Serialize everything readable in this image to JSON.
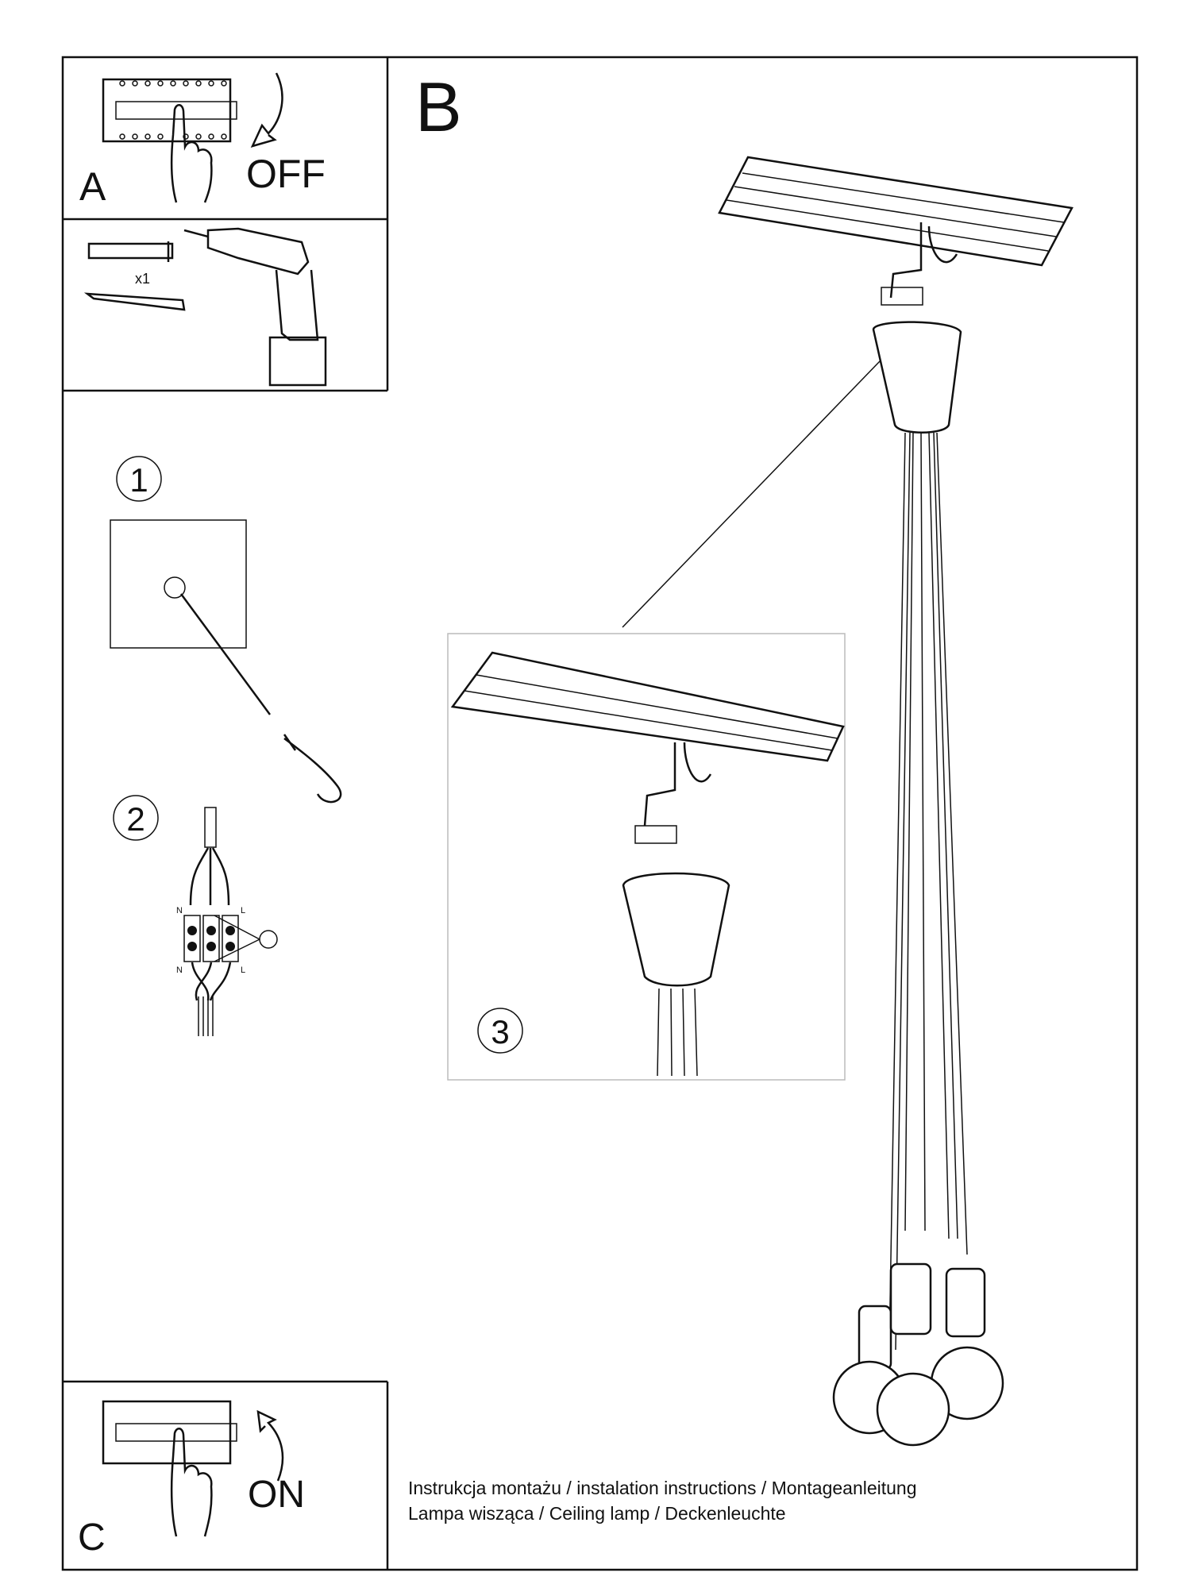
{
  "panels": {
    "a": {
      "label": "A",
      "action": "OFF"
    },
    "tools": {
      "quantity": "x1"
    },
    "b": {
      "label": "B"
    },
    "c": {
      "label": "C",
      "action": "ON"
    }
  },
  "steps": [
    "1",
    "2",
    "3"
  ],
  "wiring": {
    "neutral": "N",
    "live": "L"
  },
  "footer": {
    "line1": "Instrukcja montażu / instalation instructions / Montageanleitung",
    "line2": "Lampa wisząca / Ceiling lamp  / Deckenleuchte"
  }
}
